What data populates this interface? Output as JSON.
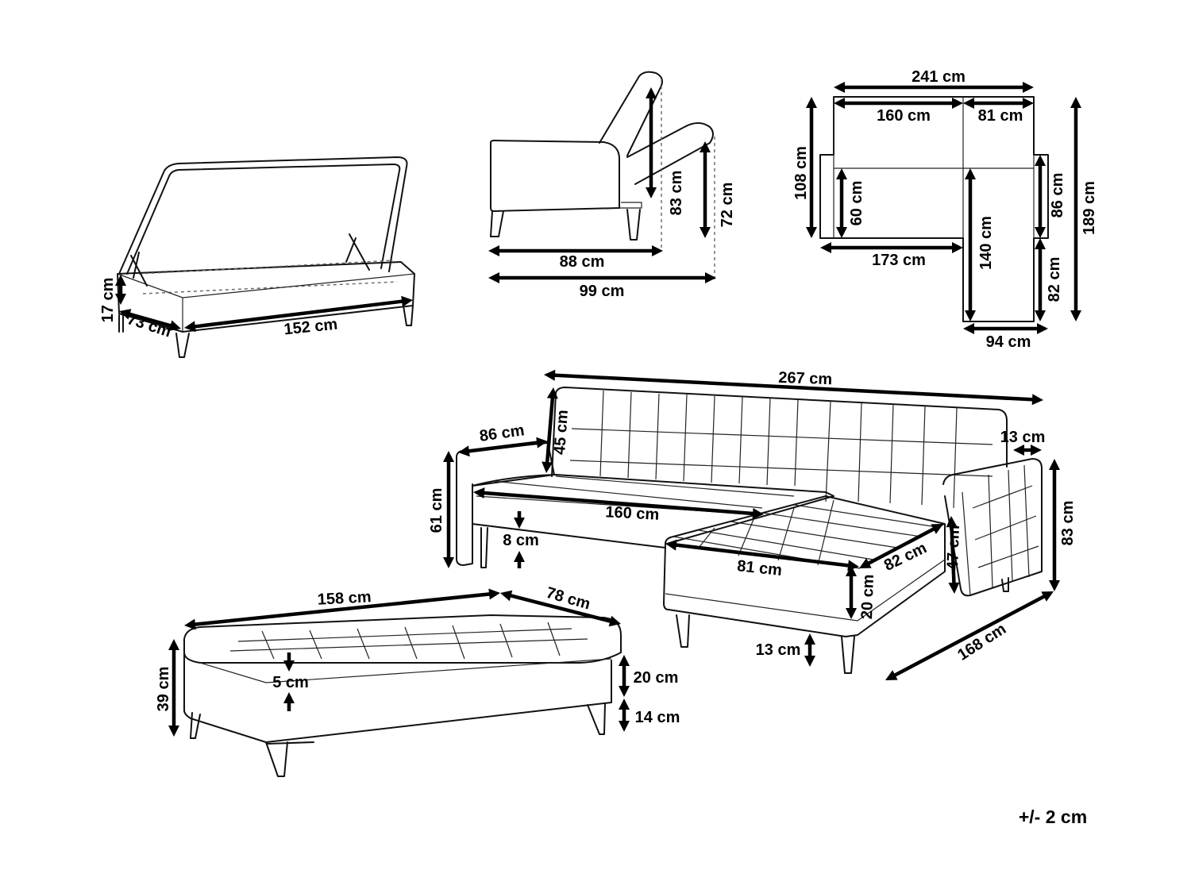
{
  "labels": {
    "box_height": "17 cm",
    "box_depth": "73 cm",
    "box_width": "152 cm",
    "side_height_back": "83 cm",
    "side_height_seat": "72 cm",
    "side_depth_seat": "88 cm",
    "side_depth_bed": "99 cm",
    "top_total_width": "241 cm",
    "top_main_width": "160 cm",
    "top_chaise_width": "81 cm",
    "top_left_depth": "108 cm",
    "top_seat_depth": "60 cm",
    "top_base_width": "173 cm",
    "top_chaise_length": "140 cm",
    "top_back_depth": "86 cm",
    "top_right_lower": "82 cm",
    "top_total_depth": "189 cm",
    "top_chaise_depth": "94 cm",
    "sofa_total_width": "267 cm",
    "sofa_arm_depth": "86 cm",
    "sofa_back_height": "45 cm",
    "sofa_arm_width": "13 cm",
    "sofa_arm_height": "61 cm",
    "sofa_seat_width": "160 cm",
    "sofa_seat_thickness": "8 cm",
    "sofa_chaise_width": "81 cm",
    "sofa_chaise_depth": "82 cm",
    "sofa_arm_inner_height": "47 cm",
    "sofa_total_height": "83 cm",
    "sofa_chaise_height": "20 cm",
    "sofa_leg_height": "13 cm",
    "sofa_total_depth": "168 cm",
    "ottoman_width": "158 cm",
    "ottoman_depth": "78 cm",
    "ottoman_height": "39 cm",
    "ottoman_cushion": "5 cm",
    "ottoman_top": "20 cm",
    "ottoman_leg": "14 cm"
  },
  "tolerance": "+/- 2 cm"
}
